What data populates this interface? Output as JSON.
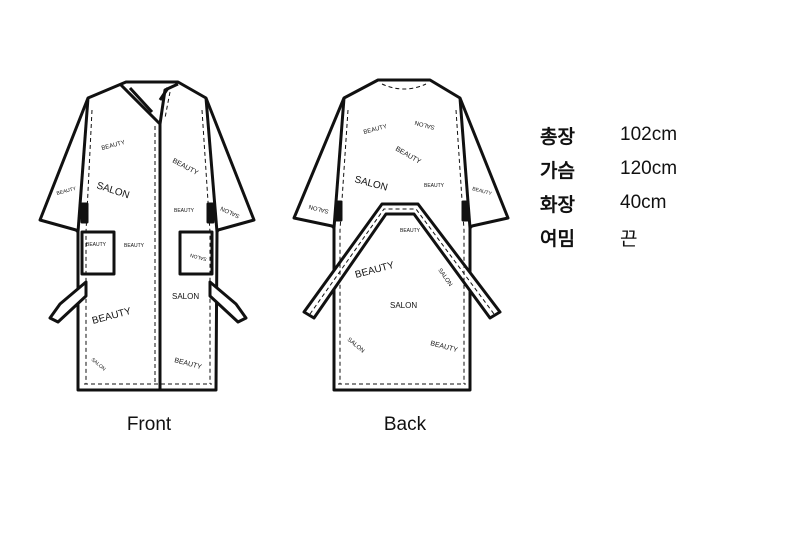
{
  "front": {
    "caption": "Front",
    "prints": [
      {
        "text": "BEAUTY"
      },
      {
        "text": "SALON"
      },
      {
        "text": "BEAUTY"
      },
      {
        "text": "BEAUTY"
      },
      {
        "text": "SALON"
      },
      {
        "text": "BEAUTY"
      },
      {
        "text": "BEAUTY"
      },
      {
        "text": "SALON"
      },
      {
        "text": "BEAUTY"
      },
      {
        "text": "SALON"
      },
      {
        "text": "BEAUTY"
      },
      {
        "text": "SALON"
      },
      {
        "text": "BEAUTY"
      }
    ]
  },
  "back": {
    "caption": "Back",
    "prints": [
      {
        "text": "BEAUTY"
      },
      {
        "text": "SALON"
      },
      {
        "text": "BEAUTY"
      },
      {
        "text": "SALON"
      },
      {
        "text": "BEAUTY"
      },
      {
        "text": "SALON"
      },
      {
        "text": "BEAUTY"
      },
      {
        "text": "BEAUTY"
      },
      {
        "text": "BEAUTY"
      },
      {
        "text": "SALON"
      },
      {
        "text": "SALON"
      },
      {
        "text": "SALON"
      },
      {
        "text": "BEAUTY"
      }
    ]
  },
  "specs": [
    {
      "label": "총장",
      "value": "102cm"
    },
    {
      "label": "가슴",
      "value": "120cm"
    },
    {
      "label": "화장",
      "value": "40cm"
    },
    {
      "label": "여밈",
      "value": "끈"
    }
  ]
}
